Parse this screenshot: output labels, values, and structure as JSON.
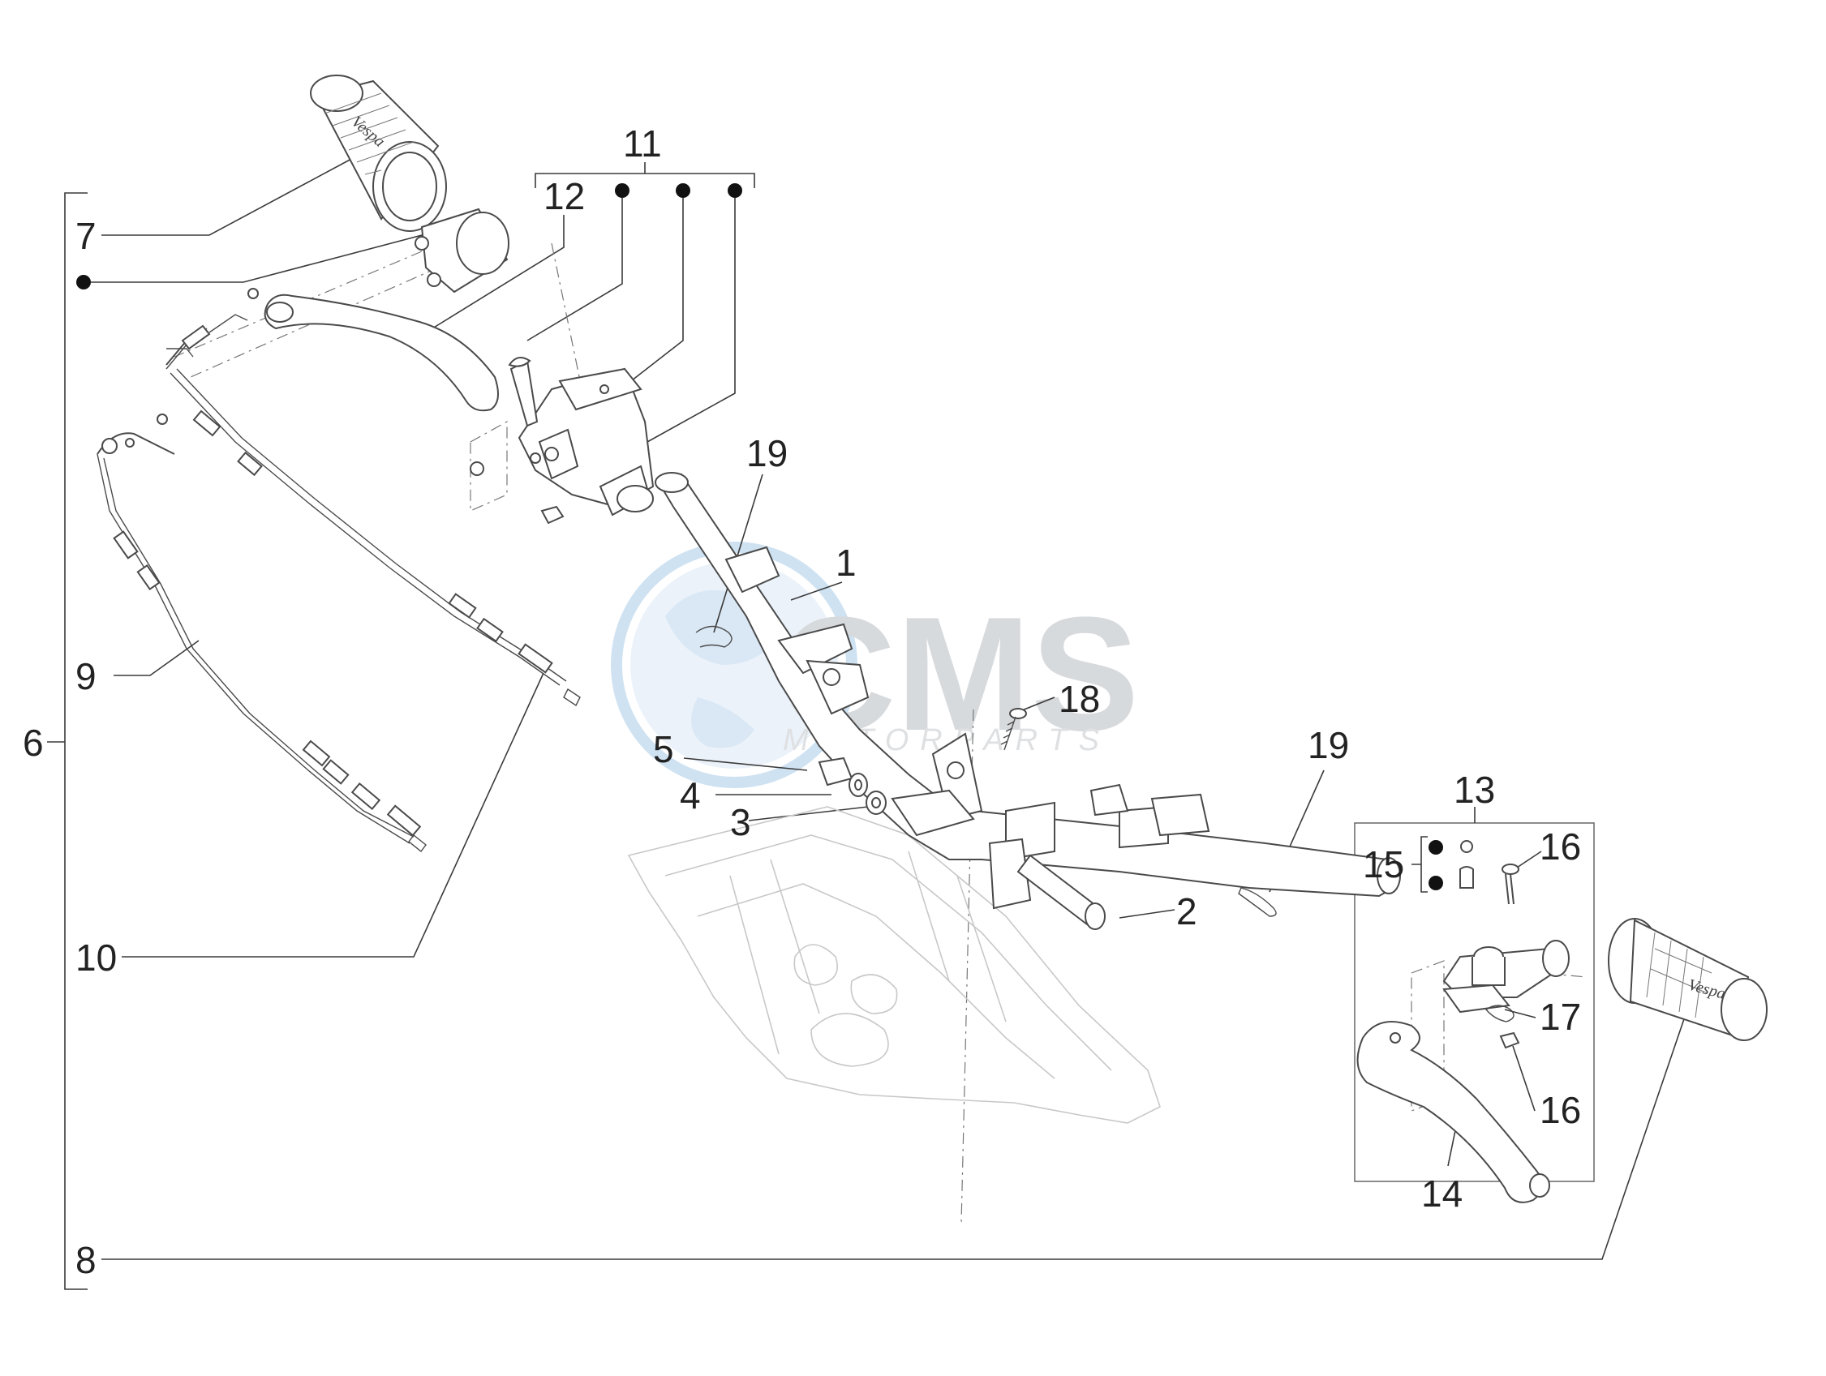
{
  "watermark": {
    "brand": "CMS",
    "tagline": "MOTORPARTS",
    "color_blue": "#7fb3dd",
    "color_grey": "#b8bcc2"
  },
  "callouts": [
    {
      "id": "c1",
      "number": "1"
    },
    {
      "id": "c2",
      "number": "2"
    },
    {
      "id": "c3",
      "number": "3"
    },
    {
      "id": "c4",
      "number": "4"
    },
    {
      "id": "c5",
      "number": "5"
    },
    {
      "id": "c6",
      "number": "6"
    },
    {
      "id": "c7",
      "number": "7"
    },
    {
      "id": "c8",
      "number": "8"
    },
    {
      "id": "c9",
      "number": "9"
    },
    {
      "id": "c10",
      "number": "10"
    },
    {
      "id": "c11",
      "number": "11"
    },
    {
      "id": "c12",
      "number": "12"
    },
    {
      "id": "c13",
      "number": "13"
    },
    {
      "id": "c14",
      "number": "14"
    },
    {
      "id": "c15",
      "number": "15"
    },
    {
      "id": "c16a",
      "number": "16"
    },
    {
      "id": "c16b",
      "number": "16"
    },
    {
      "id": "c17",
      "number": "17"
    },
    {
      "id": "c18",
      "number": "18"
    },
    {
      "id": "c19a",
      "number": "19"
    },
    {
      "id": "c19b",
      "number": "19"
    }
  ],
  "grip_logo_text": "Vespa"
}
